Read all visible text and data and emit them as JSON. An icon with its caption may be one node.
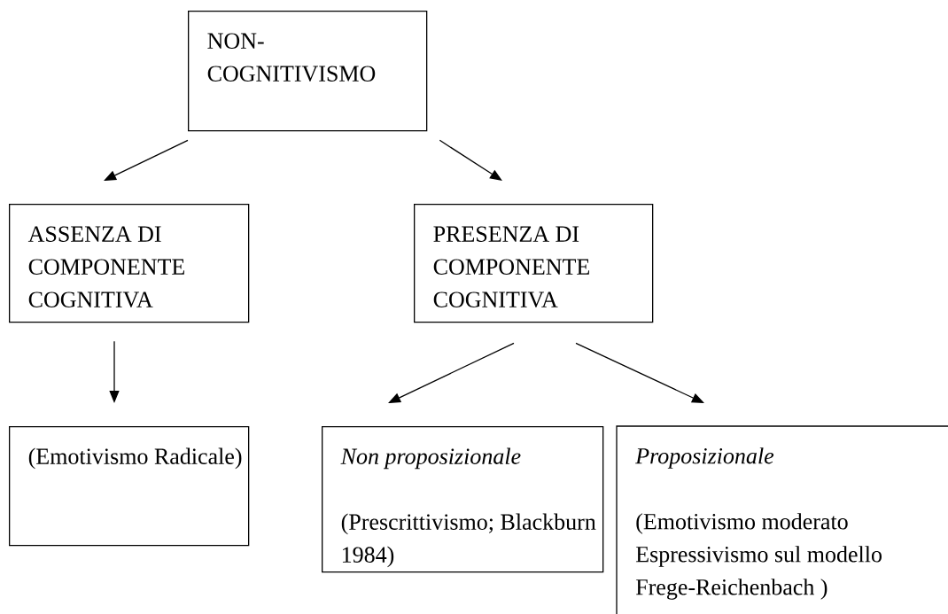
{
  "diagram": {
    "nodes": [
      {
        "text": [
          "NON- COGNITIVISMO"
        ]
      },
      {
        "text": [
          "ASSENZA DI COMPONENTE COGNITIVA"
        ]
      },
      {
        "text": [
          "PRESENZA DI COMPONENTE COGNITIVA"
        ]
      },
      {
        "text": [
          "(Emotivismo Radicale)"
        ]
      },
      {
        "text": [
          "Non proposizionale",
          "(Prescrittivismo; Blackburn 1984)"
        ]
      },
      {
        "text": [
          "Proposizionale",
          "(Emotivismo moderato Espressivismo sul modello Frege-Reichenbach )"
        ]
      }
    ],
    "edges": [
      {
        "from": 0,
        "to": 1,
        "arrow": "to"
      },
      {
        "from": 0,
        "to": 2,
        "arrow": "to"
      },
      {
        "from": 1,
        "to": 3,
        "arrow": "to"
      },
      {
        "from": 2,
        "to": 4,
        "arrow": "to"
      },
      {
        "from": 2,
        "to": 5,
        "arrow": "to"
      }
    ]
  }
}
